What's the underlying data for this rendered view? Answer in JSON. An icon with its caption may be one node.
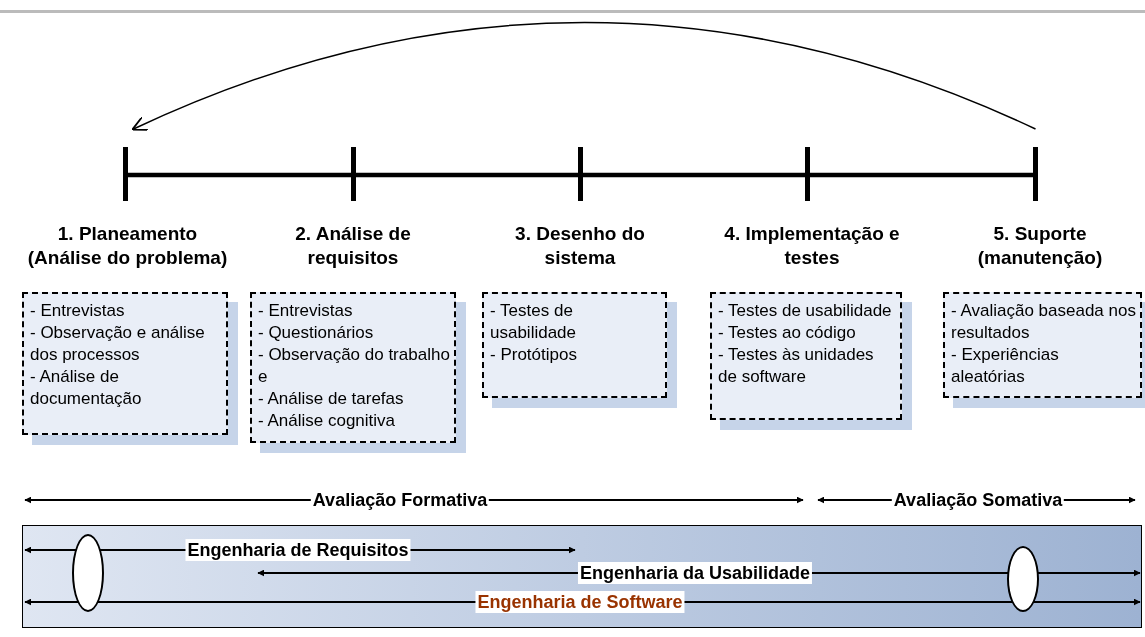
{
  "diagram": {
    "nodes": [
      {
        "text": [],
        "shape": "bar"
      },
      {
        "text": [],
        "shape": "bar"
      },
      {
        "text": [],
        "shape": "bar"
      },
      {
        "text": [],
        "shape": "bar"
      },
      {
        "text": [],
        "shape": "bar"
      },
      {
        "text": [
          "1. Planeamento (Análise do problema)"
        ]
      },
      {
        "text": [
          "2. Análise de requisitos"
        ]
      },
      {
        "text": [
          "3. Desenho do sistema"
        ]
      },
      {
        "text": [
          "4. Implementação e testes"
        ]
      },
      {
        "text": [
          "5. Suporte (manutenção)"
        ]
      },
      {
        "text": [
          "- Entrevistas",
          "- Observação e análise dos processos",
          "- Análise de documentação"
        ]
      },
      {
        "text": [
          "- Entrevistas",
          "- Questionários",
          "- Observação do trabalho e",
          "- Análise de tarefas",
          "- Análise cognitiva"
        ]
      },
      {
        "text": [
          "- Testes de usabilidade",
          "- Protótipos"
        ]
      },
      {
        "text": [
          "- Testes de usabilidade",
          "- Testes ao código",
          "- Testes às unidades de software"
        ]
      },
      {
        "text": [
          "- Avaliação baseada nos resultados",
          "- Experiências aleatórias"
        ]
      },
      {
        "text": [],
        "shape": "box"
      },
      {
        "text": [],
        "shape": "ellipse",
        "in": 15
      },
      {
        "text": [],
        "shape": "ellipse",
        "in": 15
      }
    ],
    "edges": [
      {
        "from": 0,
        "to": 1,
        "arrow": "none"
      },
      {
        "from": 1,
        "to": 2,
        "arrow": "none"
      },
      {
        "from": 2,
        "to": 3,
        "arrow": "none"
      },
      {
        "from": 3,
        "to": 4,
        "arrow": "none"
      },
      {
        "from": 4,
        "to": 0,
        "arrow": "to"
      }
    ],
    "labels": [
      "Avaliação Formativa",
      "Avaliação Somativa",
      "Engenharia de Requisitos",
      "Engenharia da Usabilidade",
      "Engenharia de Software"
    ]
  }
}
